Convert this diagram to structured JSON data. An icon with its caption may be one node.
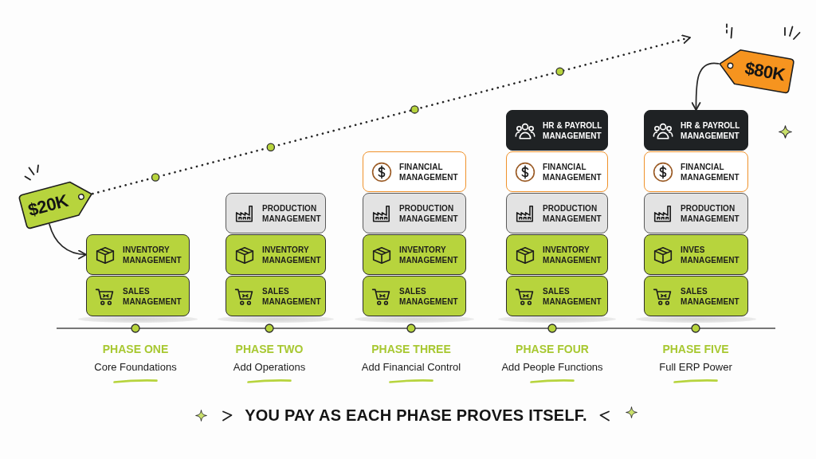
{
  "diagram": {
    "caption": "YOU PAY AS EACH PHASE PROVES ITSELF.",
    "nodes": [
      {
        "text": [
          "$20K"
        ]
      },
      {
        "text": [
          "INVENTORY MANAGEMENT"
        ]
      },
      {
        "text": [
          "SALES MANAGEMENT"
        ]
      },
      {
        "text": [
          "PRODUCTION MANAGEMENT"
        ]
      },
      {
        "text": [
          "INVENTORY MANAGEMENT"
        ]
      },
      {
        "text": [
          "SALES MANAGEMENT"
        ]
      },
      {
        "text": [
          "FINANCIAL MANAGEMENT"
        ]
      },
      {
        "text": [
          "PRODUCTION MANAGEMENT"
        ]
      },
      {
        "text": [
          "INVENTORY MANAGEMENT"
        ]
      },
      {
        "text": [
          "SALES MANAGEMENT"
        ]
      },
      {
        "text": [
          "HR & PAYROLL MANAGEMENT"
        ]
      },
      {
        "text": [
          "FINANCIAL MANAGEMENT"
        ]
      },
      {
        "text": [
          "PRODUCTION MANAGEMENT"
        ]
      },
      {
        "text": [
          "INVENTORY MANAGEMENT"
        ]
      },
      {
        "text": [
          "SALES MANAGEMENT"
        ]
      },
      {
        "text": [
          "$80K"
        ]
      },
      {
        "text": [
          "HR & PAYROLL MANAGEMENT"
        ]
      },
      {
        "text": [
          "FINANCIAL MANAGEMENT"
        ]
      },
      {
        "text": [
          "PRODUCTION MANAGEMENT"
        ]
      },
      {
        "text": [
          "INVES MANAGEMENT"
        ]
      },
      {
        "text": [
          "SALES MANAGEMENT"
        ]
      }
    ],
    "edges": [
      {
        "from": 0,
        "to": 1,
        "arrow": "to"
      },
      {
        "from": 0,
        "to": null,
        "arrow": "to",
        "style": "dashed"
      },
      {
        "from": 15,
        "to": 16,
        "arrow": "to"
      }
    ],
    "labels": [
      "PHASE ONE",
      "Core Foundations",
      "PHASE TWO",
      "Add Operations",
      "PHASE THREE",
      "Add Financial Control",
      "PHASE FOUR",
      "Add People Functions",
      "PHASE FIVE",
      "Full ERP Power"
    ]
  }
}
